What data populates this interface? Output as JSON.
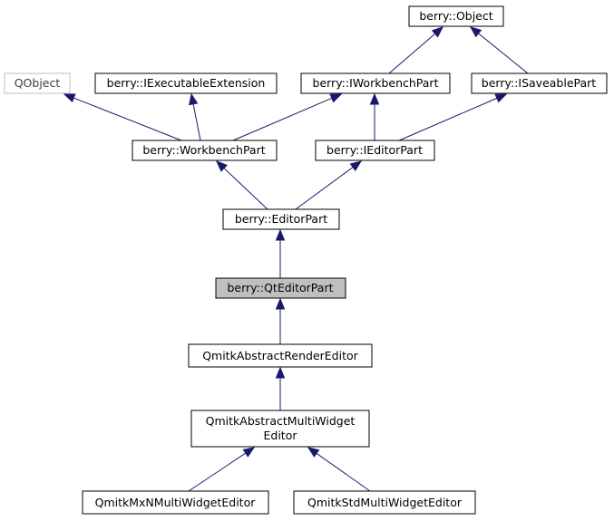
{
  "colors": {
    "edge": "#191970",
    "node_border": "#000000",
    "external_node_border": "#bfbfbf",
    "highlight_fill": "#bfbfbf"
  },
  "nodes": {
    "object": {
      "label": "berry::Object"
    },
    "qobject": {
      "label": "QObject"
    },
    "iexecutable": {
      "label": "berry::IExecutableExtension"
    },
    "iworkbenchpart": {
      "label": "berry::IWorkbenchPart"
    },
    "isaveablepart": {
      "label": "berry::ISaveablePart"
    },
    "workbenchpart": {
      "label": "berry::WorkbenchPart"
    },
    "ieditorpart": {
      "label": "berry::IEditorPart"
    },
    "editorpart": {
      "label": "berry::EditorPart"
    },
    "qteditorpart": {
      "label": "berry::QtEditorPart",
      "highlighted": true
    },
    "abstractrender": {
      "label": "QmitkAbstractRenderEditor"
    },
    "abstractmulti": {
      "label_line1": "QmitkAbstractMultiWidget",
      "label_line2": "Editor"
    },
    "mxn": {
      "label": "QmitkMxNMultiWidgetEditor"
    },
    "std": {
      "label": "QmitkStdMultiWidgetEditor"
    }
  },
  "edges": [
    {
      "from": "iworkbenchpart",
      "to": "object"
    },
    {
      "from": "isaveablepart",
      "to": "object"
    },
    {
      "from": "workbenchpart",
      "to": "qobject"
    },
    {
      "from": "workbenchpart",
      "to": "iexecutable"
    },
    {
      "from": "workbenchpart",
      "to": "iworkbenchpart"
    },
    {
      "from": "ieditorpart",
      "to": "iworkbenchpart"
    },
    {
      "from": "ieditorpart",
      "to": "isaveablepart"
    },
    {
      "from": "editorpart",
      "to": "workbenchpart"
    },
    {
      "from": "editorpart",
      "to": "ieditorpart"
    },
    {
      "from": "qteditorpart",
      "to": "editorpart"
    },
    {
      "from": "abstractrender",
      "to": "qteditorpart"
    },
    {
      "from": "abstractmulti",
      "to": "abstractrender"
    },
    {
      "from": "mxn",
      "to": "abstractmulti"
    },
    {
      "from": "std",
      "to": "abstractmulti"
    }
  ]
}
